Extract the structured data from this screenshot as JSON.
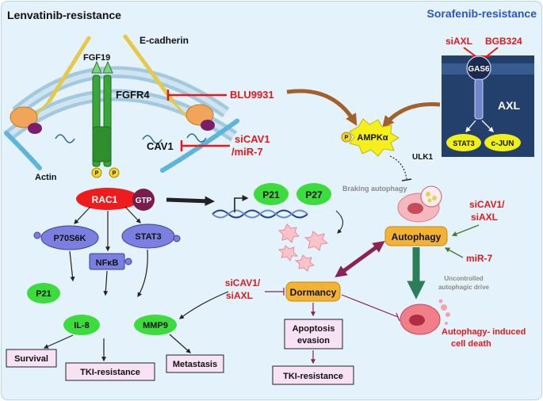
{
  "titles": {
    "lenvatinib": "Lenvatinib-resistance",
    "sorafenib": "Sorafenib-resistance"
  },
  "receptor": {
    "e_cadherin": "E-cadherin",
    "fgf19": "FGF19",
    "fgfr4": "FGFR4",
    "cav1": "CAV1",
    "actin": "Actin",
    "p": "P"
  },
  "inhibitors": {
    "blu9931": "BLU9931",
    "sicav1_mir7_line1": "siCAV1",
    "sicav1_mir7_line2": "/miR-7"
  },
  "signaling": {
    "rac1": "RAC1",
    "gtp": "GTP",
    "p70s6k": "P70S6K",
    "stat3": "STAT3",
    "nfkb": "NFκB",
    "p21_left": "P21",
    "il8": "IL-8",
    "mmp9": "MMP9",
    "survival": "Survival",
    "tki_left": "TKI-resistance",
    "metastasis": "Metastasis"
  },
  "nucleus": {
    "p21": "P21",
    "p27": "P27"
  },
  "sorafenib_panel": {
    "siaxl": "siAXL",
    "bgb324": "BGB324",
    "gas6": "GAS6",
    "axl": "AXL",
    "stat3": "STAT3",
    "cjun": "c-JUN"
  },
  "autophagy": {
    "ampk": "AMPKα",
    "ulk1": "ULK1",
    "braking": "Braking autophagy",
    "autophagy": "Autophagy",
    "sicav1_siaxl_line1": "siCAV1/",
    "sicav1_siaxl_line2": "siAXL",
    "mir7": "miR-7",
    "uncontrolled_line1": "Uncontrolled",
    "uncontrolled_line2": "autophagic drive",
    "death_line1": "Autophagy- induced",
    "death_line2": "cell death"
  },
  "dormancy": {
    "sicav1_siaxl_line1": "siCAV1/",
    "sicav1_siaxl_line2": "siAXL",
    "dormancy": "Dormancy",
    "apoptosis_line1": "Apoptosis",
    "apoptosis_line2": "evasion",
    "tki": "TKI-resistance"
  },
  "colors": {
    "background": "#e4f2fb",
    "red_inhibitor": "#e31a1c",
    "green_node": "#3ddc3d",
    "blue_node": "#7b7fe0",
    "orange_box": "#f2b233",
    "pink_box": "#f7e1f5",
    "brown_arrow": "#a2602a",
    "maroon_arrow": "#8b2252",
    "teal_arrow": "#2e7d5a",
    "panel_navy": "#23406c"
  }
}
